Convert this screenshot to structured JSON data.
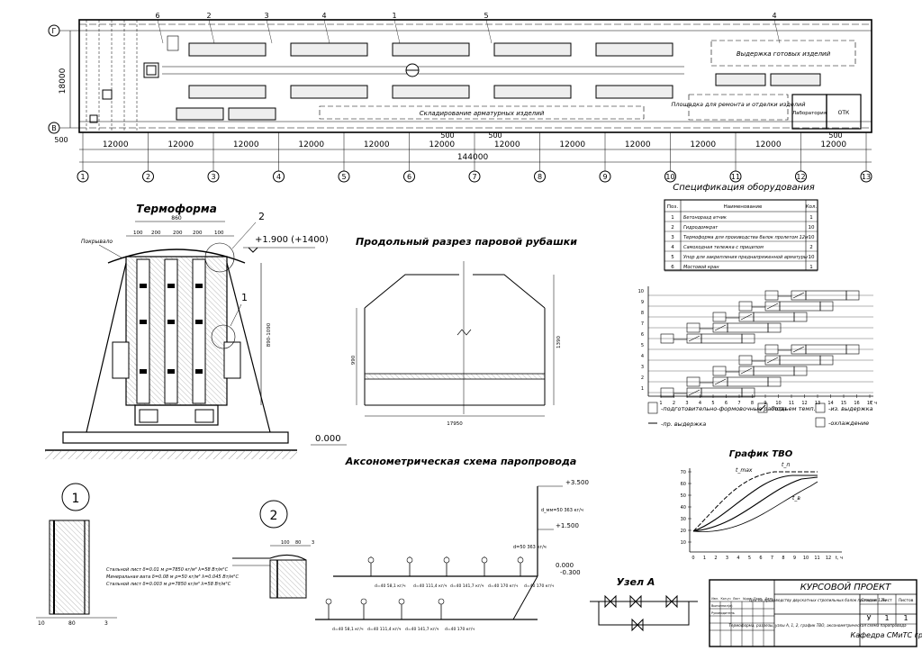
{
  "plan": {
    "axis_labels_top": [
      "Г",
      "В"
    ],
    "span_dim": "12000",
    "span_dims": [
      "12000",
      "12000",
      "12000",
      "12000",
      "12000",
      "12000",
      "12000",
      "12000",
      "12000",
      "12000",
      "12000",
      "12000"
    ],
    "edge_dims": [
      "500",
      "500",
      "500",
      "500"
    ],
    "total_dim": "144000",
    "height_dim": "18000",
    "axis_numbers": [
      "1",
      "2",
      "3",
      "4",
      "5",
      "6",
      "7",
      "8",
      "9",
      "10",
      "11",
      "12",
      "13"
    ],
    "callouts": [
      "6",
      "2",
      "3",
      "4",
      "1",
      "5",
      "4"
    ],
    "zones": {
      "finished_storage": "Выдержка готовых изделий",
      "rebar_storage": "Складирование арматурных изделий",
      "repair_area": "Площадка для ремонта и отделки изделий",
      "lab": "Лаборатория",
      "otk": "ОТК"
    }
  },
  "titles": {
    "termoforma": "Термоформа",
    "steam_section": "Продольный разрез паровой рубашки",
    "axonometric": "Аксонометрическая схема паропровода",
    "uzel_a": "Узел А",
    "tvo_chart": "График ТВО",
    "spec": "Спецификация оборудования"
  },
  "termoforma": {
    "top_dim": "860",
    "sub_dims": [
      "100",
      "200",
      "200",
      "200",
      "100"
    ],
    "roof_label": "Покрывало",
    "elevation_top": "+1.900 (+1400)",
    "elevation_zero": "0.000",
    "height_dim": "890-1090",
    "callout_1": "1",
    "callout_2": "2"
  },
  "section": {
    "length_dim": "17950",
    "height_left": "990",
    "height_right": "1390"
  },
  "spec": {
    "headers": [
      "Поз.",
      "Наименование",
      "Кол."
    ],
    "rows": [
      [
        "1",
        "Бетоноразд атчик",
        "1"
      ],
      [
        "2",
        "Гидродомкрат",
        "10"
      ],
      [
        "3",
        "Термоформа для производства балок пролетом 12м",
        "10"
      ],
      [
        "4",
        "Самоходная тележка с прицепом",
        "2"
      ],
      [
        "5",
        "Упор для закрепления преднапряженной арматуры",
        "10"
      ],
      [
        "6",
        "Мостовой кран",
        "1"
      ]
    ]
  },
  "schedule": {
    "y_labels": [
      "10",
      "9",
      "8",
      "7",
      "6",
      "5",
      "4",
      "3",
      "2",
      "1"
    ],
    "x_labels": [
      "1",
      "2",
      "3",
      "4",
      "5",
      "6",
      "7",
      "8",
      "9",
      "10",
      "11",
      "12",
      "13",
      "14",
      "15",
      "16",
      "17"
    ],
    "x_unit": "t, ч",
    "legend": {
      "forming": "-подготовительно-формовочные работы",
      "heating": "-подъем темп.",
      "isothermal": "-из. выдержка",
      "pre_hold": "-пр. выдержка",
      "cooling": "-охлаждение"
    }
  },
  "tvo": {
    "y_ticks": [
      "70",
      "60",
      "50",
      "40",
      "30",
      "20",
      "10"
    ],
    "x_ticks": [
      "0",
      "1",
      "2",
      "3",
      "4",
      "5",
      "6",
      "7",
      "8",
      "9",
      "10",
      "11",
      "12"
    ],
    "x_unit": "t, ч",
    "curve_labels": [
      "t_max",
      "t_п",
      "t_в"
    ]
  },
  "details": {
    "detail_1": "1",
    "detail_2": "2",
    "detail_1_notes": [
      "Стальной лист δ=0.01 м ρ=7850 кг/м³ λ=58 Вт/м°С",
      "Минеральная вата δ=0.08 м ρ=50 кг/м³ λ=0.045 Вт/м°С",
      "Стальной лист δ=0.003 м ρ=7850 кг/м³ λ=58 Вт/м°С"
    ],
    "detail_1_dims": [
      "10",
      "80",
      "3"
    ],
    "detail_2_dims": [
      "100",
      "80",
      "3"
    ]
  },
  "pipeline": {
    "elevations": [
      "+3.500",
      "+1.500",
      "0.000",
      "-0.300"
    ],
    "main_label": "d_мм=50 363 кг/ч",
    "branch_labels": [
      "d=40 58,1 кг/ч",
      "d=40 111,4 кг/ч",
      "d=40 141,7 кг/ч",
      "d=40 170 кг/ч",
      "d=40 170 кг/ч"
    ],
    "lower_labels": [
      "d=40 58,1 кг/ч",
      "d=40 111,4 кг/ч",
      "d=40 141,7 кг/ч",
      "d=40 170 кг/ч"
    ],
    "riser_label": "d=50 363 кг/ч"
  },
  "stamp": {
    "project": "КУРСОВОЙ ПРОЕКТ",
    "desc": "Цех по производству двускатных стропильных балок пролетом 12м",
    "sheet_desc": "Термоформа, разрезы, узлы А, 1, 2, график ТВО, аксонометрическая схема паропровода",
    "stage_headers": [
      "Стадия",
      "Лист",
      "Листов"
    ],
    "stage_values": [
      "У",
      "1",
      "1"
    ],
    "org": "Кафедра СМиТС гр.",
    "row_labels": [
      "Изм.",
      "Кол.уч",
      "Лист",
      "№док",
      "Подп.",
      "Дата"
    ],
    "people": [
      "Выполнил(а)",
      "Руководитель"
    ]
  }
}
